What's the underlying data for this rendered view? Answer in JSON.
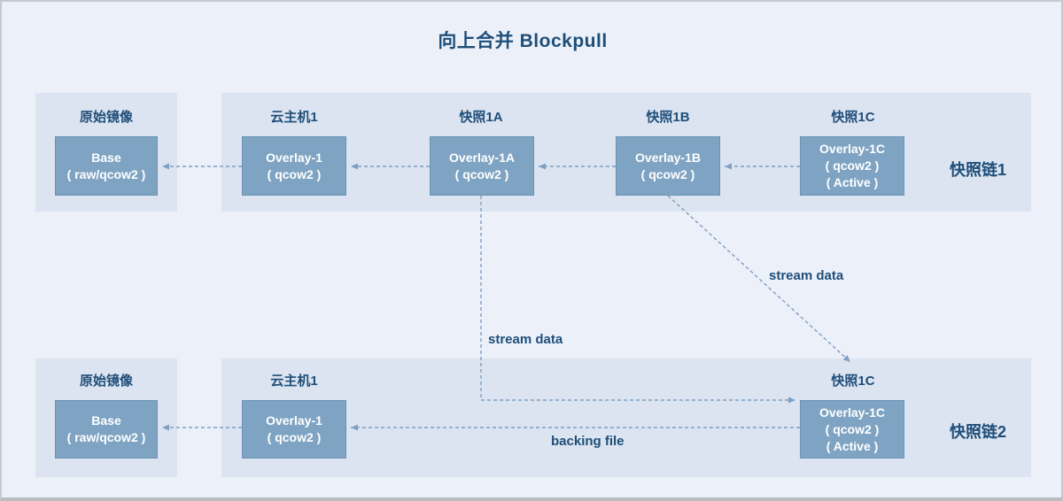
{
  "title": "向上合并 Blockpull",
  "colors": {
    "page_bg": "#ebf0f9",
    "panel_fill": "#dbe4f0",
    "box_fill": "#7fa4c3",
    "box_border": "#6b92b5",
    "box_text": "#ffffff",
    "accent_text": "#1f4e79",
    "line": "#7e9fc2"
  },
  "chain1": {
    "chain_label": "快照链1",
    "source": {
      "label": "原始镜像",
      "box": [
        "Base",
        "( raw/qcow2 )"
      ]
    },
    "nodes": [
      {
        "label": "云主机1",
        "box": [
          "Overlay-1",
          "( qcow2 )"
        ]
      },
      {
        "label": "快照1A",
        "box": [
          "Overlay-1A",
          "( qcow2 )"
        ]
      },
      {
        "label": "快照1B",
        "box": [
          "Overlay-1B",
          "( qcow2 )"
        ]
      },
      {
        "label": "快照1C",
        "box": [
          "Overlay-1C",
          "( qcow2 )",
          "( Active )"
        ]
      }
    ]
  },
  "chain2": {
    "chain_label": "快照链2",
    "source": {
      "label": "原始镜像",
      "box": [
        "Base",
        "( raw/qcow2 )"
      ]
    },
    "nodes": [
      {
        "label": "云主机1",
        "box": [
          "Overlay-1",
          "( qcow2 )"
        ]
      },
      {
        "label": "快照1C",
        "box": [
          "Overlay-1C",
          "( qcow2 )",
          "( Active )"
        ]
      }
    ]
  },
  "annotations": {
    "stream_data_vertical": "stream data",
    "stream_data_diagonal": "stream data",
    "backing_file": "backing file"
  }
}
